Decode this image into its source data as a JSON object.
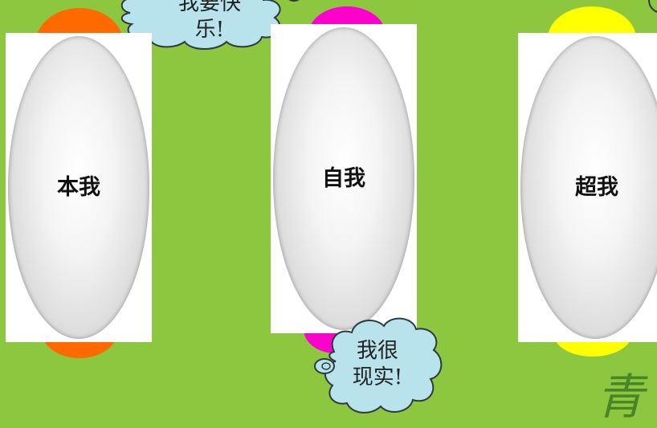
{
  "colors": {
    "background": "#8dc63f",
    "id_accent": "#ff6a00",
    "ego_accent": "#ff00cc",
    "superego_accent": "#ffff00",
    "cloud_fill": "#b9e3ec"
  },
  "cards": {
    "id": {
      "label": "本我"
    },
    "ego": {
      "label": "自我"
    },
    "superego": {
      "label": "超我"
    }
  },
  "bubbles": {
    "top": {
      "line1": "我要快",
      "line2": "乐!"
    },
    "bottom": {
      "line1": "我很",
      "line2": "现实!"
    }
  },
  "watermark": {
    "text": "青"
  }
}
